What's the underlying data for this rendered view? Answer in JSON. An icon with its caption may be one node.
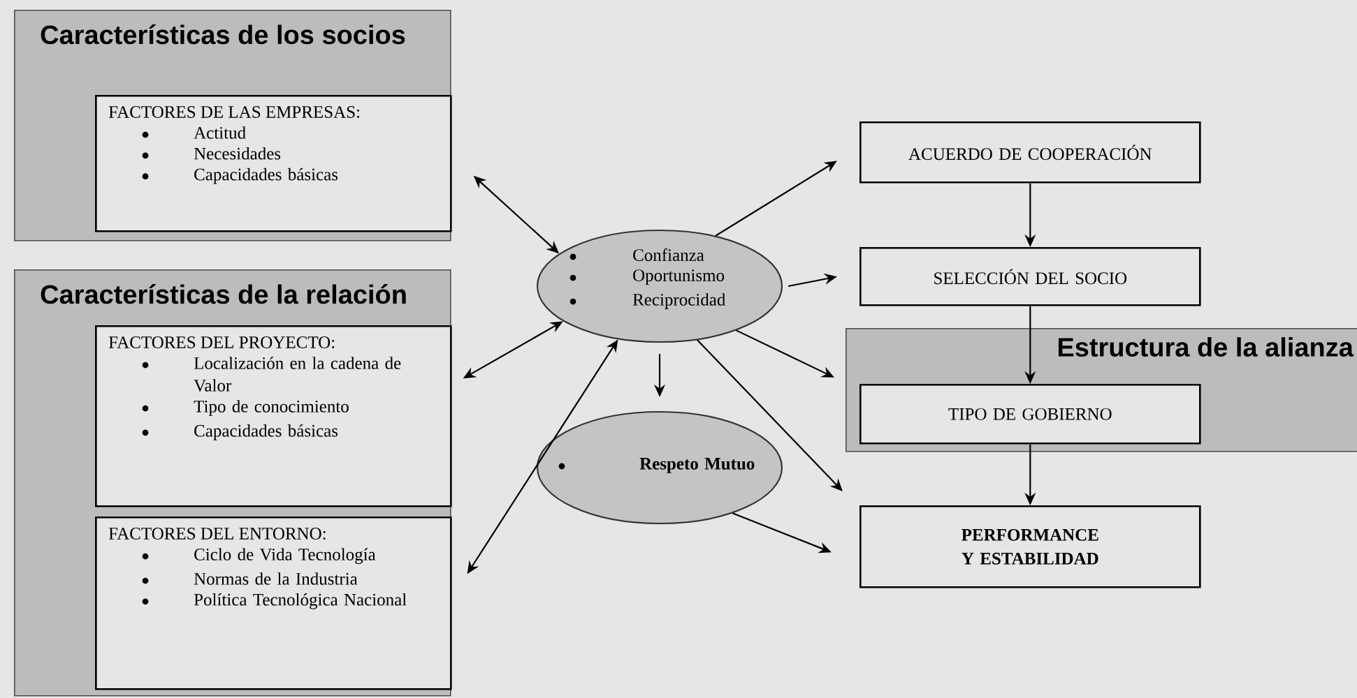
{
  "diagram": {
    "nodes": [
      {
        "text": [
          "Características de los socios"
        ]
      },
      {
        "text": [
          "FACTORES DE LAS EMPRESAS:",
          "Actitud",
          "Necesidades",
          "Capacidades básicas"
        ],
        "in": 0
      },
      {
        "text": [
          "Características de la relación"
        ]
      },
      {
        "text": [
          "FACTORES DEL PROYECTO:",
          "Localización en la cadena de Valor",
          "Tipo de conocimiento",
          "Capacidades básicas"
        ],
        "in": 2
      },
      {
        "text": [
          "FACTORES DEL ENTORNO:",
          "Ciclo de Vida Tecnología",
          "Normas de la Industria",
          "Política Tecnológica Nacional"
        ],
        "in": 2
      },
      {
        "text": [
          "Confianza",
          "Oportunismo",
          "Reciprocidad"
        ]
      },
      {
        "text": [
          "Respeto Mutuo"
        ]
      },
      {
        "text": [
          "ACUERDO DE COOPERACIÓN"
        ]
      },
      {
        "text": [
          "SELECCIÓN DEL SOCIO"
        ]
      },
      {
        "text": [
          "Estructura de la alianza"
        ]
      },
      {
        "text": [
          "TIPO DE GOBIERNO"
        ],
        "in": 9
      },
      {
        "text": [
          "PERFORMANCE Y ESTABILIDAD"
        ]
      }
    ],
    "edges": [
      {
        "from": 0,
        "to": 5,
        "arrow": "both"
      },
      {
        "from": 3,
        "to": 5,
        "arrow": "both"
      },
      {
        "from": 4,
        "to": 5,
        "arrow": "both"
      },
      {
        "from": 5,
        "to": 7,
        "arrow": "to"
      },
      {
        "from": 5,
        "to": 8,
        "arrow": "to"
      },
      {
        "from": 5,
        "to": 9,
        "arrow": "to"
      },
      {
        "from": 5,
        "to": 11,
        "arrow": "to"
      },
      {
        "from": 5,
        "to": 6,
        "arrow": "to"
      },
      {
        "from": 6,
        "to": 11,
        "arrow": "to"
      },
      {
        "from": 7,
        "to": 8,
        "arrow": "to"
      },
      {
        "from": 8,
        "to": 10,
        "arrow": "to"
      },
      {
        "from": 10,
        "to": 11,
        "arrow": "to"
      }
    ]
  }
}
